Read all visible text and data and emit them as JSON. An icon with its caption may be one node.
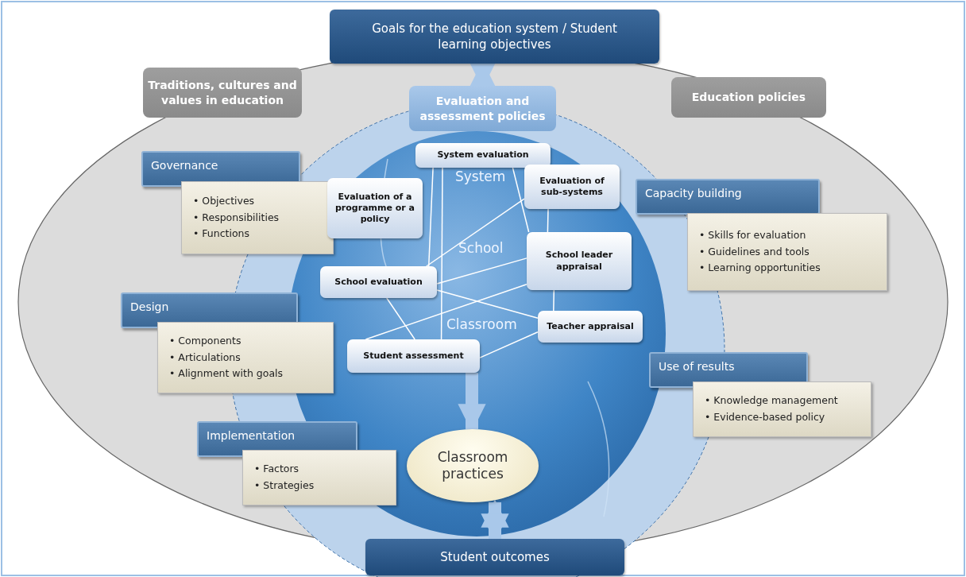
{
  "diagram": {
    "nodes": [
      {
        "text": [
          "Goals for the education system / Student learning objectives"
        ]
      },
      {
        "text": [
          "Traditions, cultures and values in education"
        ]
      },
      {
        "text": [
          "Education policies"
        ]
      },
      {
        "text": [
          "Evaluation and assessment policies"
        ]
      },
      {
        "text": [
          "System evaluation"
        ]
      },
      {
        "text": [
          "Governance"
        ]
      },
      {
        "text": [
          "• Objectives",
          "• Responsibilities",
          "• Functions"
        ]
      },
      {
        "text": [
          "Evaluation of a programme or a policy"
        ]
      },
      {
        "text": [
          "Evaluation of sub-systems"
        ]
      },
      {
        "text": [
          "Capacity building"
        ]
      },
      {
        "text": [
          "• Skills for evaluation",
          "• Guidelines and tools",
          "• Learning opportunities"
        ]
      },
      {
        "text": [
          "School leader appraisal"
        ]
      },
      {
        "text": [
          "School evaluation"
        ]
      },
      {
        "text": [
          "Design"
        ]
      },
      {
        "text": [
          "• Components",
          "• Articulations",
          "• Alignment with goals"
        ]
      },
      {
        "text": [
          "Teacher appraisal"
        ]
      },
      {
        "text": [
          "Student assessment"
        ]
      },
      {
        "text": [
          "Use of results"
        ]
      },
      {
        "text": [
          "• Knowledge management",
          "• Evidence-based policy"
        ]
      },
      {
        "text": [
          "Implementation"
        ]
      },
      {
        "text": [
          "• Factors",
          "• Strategies"
        ]
      },
      {
        "text": [
          "Classroom practices"
        ]
      },
      {
        "text": [
          "Student outcomes"
        ]
      }
    ],
    "edges": [
      {
        "from": 0,
        "to": 3,
        "arrow": "both",
        "style": "thick",
        "color": "#a9c8ea"
      },
      {
        "from": 4,
        "to": 12,
        "arrow": "none"
      },
      {
        "from": 4,
        "to": 16,
        "arrow": "none"
      },
      {
        "from": 4,
        "to": 11,
        "arrow": "none"
      },
      {
        "from": 8,
        "to": 12,
        "arrow": "none"
      },
      {
        "from": 8,
        "to": 11,
        "arrow": "none"
      },
      {
        "from": 11,
        "to": 12,
        "arrow": "none"
      },
      {
        "from": 11,
        "to": 16,
        "arrow": "none"
      },
      {
        "from": 11,
        "to": 15,
        "arrow": "none"
      },
      {
        "from": 12,
        "to": 15,
        "arrow": "none"
      },
      {
        "from": 12,
        "to": 16,
        "arrow": "none"
      },
      {
        "from": 15,
        "to": 16,
        "arrow": "none"
      },
      {
        "from": 16,
        "to": 21,
        "arrow": "to",
        "style": "thick",
        "color": "#a9c8ea"
      },
      {
        "from": 21,
        "to": 22,
        "arrow": "both",
        "style": "thick",
        "color": "#a9c8ea"
      }
    ],
    "labels": [
      "System",
      "School",
      "Classroom"
    ]
  }
}
